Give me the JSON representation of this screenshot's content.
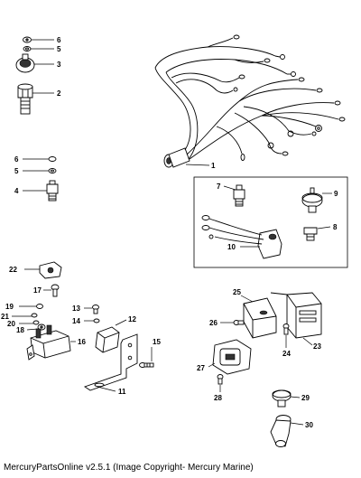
{
  "callouts": {
    "c1": "1",
    "c2": "2",
    "c3": "3",
    "c4": "4",
    "c5": "5",
    "c5b": "5",
    "c6": "6",
    "c6b": "6",
    "c7": "7",
    "c8": "8",
    "c9": "9",
    "c10": "10",
    "c11": "11",
    "c12": "12",
    "c13": "13",
    "c14": "14",
    "c15": "15",
    "c16": "16",
    "c17": "17",
    "c18": "18",
    "c19": "19",
    "c20": "20",
    "c21": "21",
    "c22": "22",
    "c23": "23",
    "c24": "24",
    "c25": "25",
    "c26": "26",
    "c27": "27",
    "c28": "28",
    "c29": "29",
    "c30": "30"
  },
  "footer": {
    "text": "MercuryPartsOnline v2.5.1 (Image Copyright- Mercury Marine)"
  }
}
